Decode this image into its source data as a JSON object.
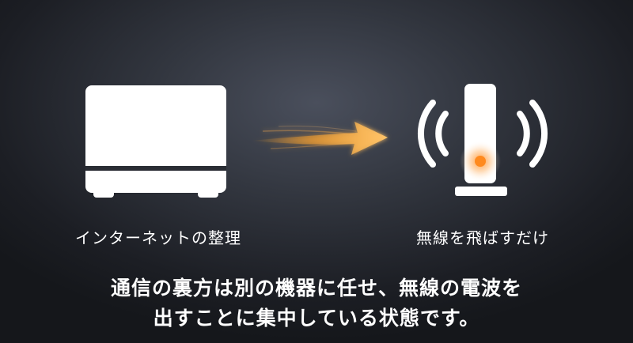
{
  "left_device": {
    "icon": "modem-icon",
    "label": "インターネットの整理"
  },
  "transfer": {
    "icon": "glowing-arrow-icon",
    "color": "#f5a030"
  },
  "right_device": {
    "icon": "wifi-router-icon",
    "label": "無線を飛ばすだけ",
    "led_color": "#ff8a1e"
  },
  "caption": {
    "line1": "通信の裏方は別の機器に任せ、無線の電波を",
    "line2": "出すことに集中している状態です。"
  }
}
